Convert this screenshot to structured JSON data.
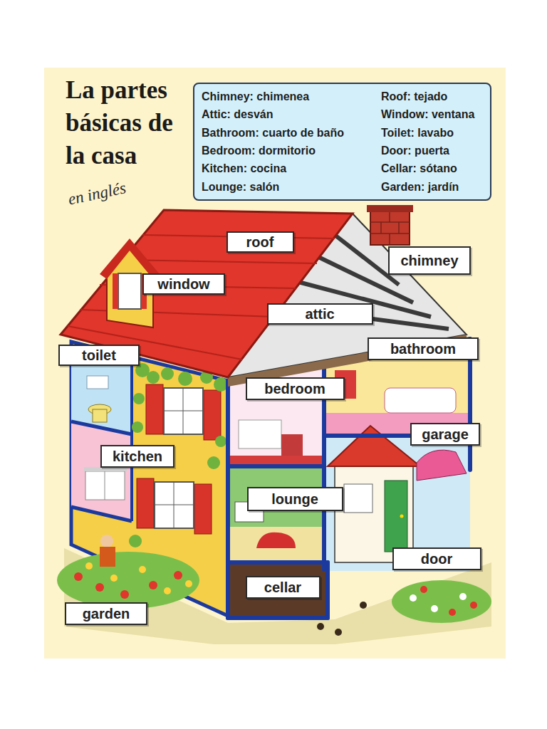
{
  "diagram": {
    "title": "La partes básicas de la casa",
    "nodes": [
      {
        "text": [
          "Chimney: chimenea",
          "Roof: tejado",
          "Attic: desván",
          "Window: ventana",
          "Bathroom: cuarto de baño",
          "Toilet: lavabo",
          "Bedroom: dormitorio",
          "Door: puerta",
          "Kitchen: cocina",
          "Cellar: sótano",
          "Lounge: salón",
          "Garden: jardín"
        ]
      },
      {
        "text": [
          "roof"
        ]
      },
      {
        "text": [
          "chimney"
        ]
      },
      {
        "text": [
          "window"
        ]
      },
      {
        "text": [
          "attic"
        ]
      },
      {
        "text": [
          "toilet"
        ]
      },
      {
        "text": [
          "bathroom"
        ]
      },
      {
        "text": [
          "bedroom"
        ]
      },
      {
        "text": [
          "garage"
        ]
      },
      {
        "text": [
          "kitchen"
        ]
      },
      {
        "text": [
          "lounge"
        ]
      },
      {
        "text": [
          "door"
        ]
      },
      {
        "text": [
          "cellar"
        ]
      },
      {
        "text": [
          "garden"
        ]
      }
    ],
    "labels": [
      "en inglés"
    ]
  }
}
